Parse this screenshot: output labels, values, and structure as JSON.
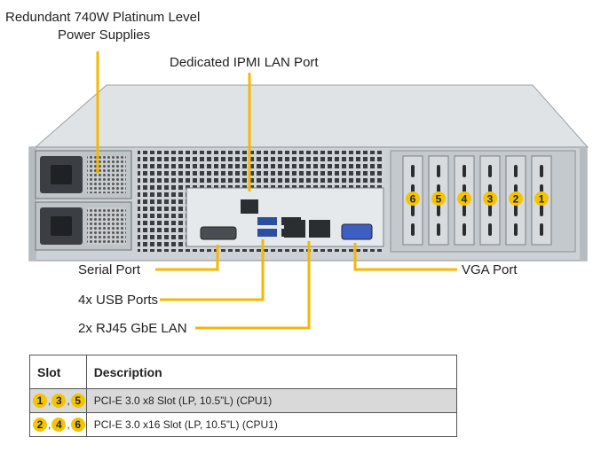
{
  "callouts": {
    "psu_line1": "Redundant  740W Platinum  Level",
    "psu_line2": "Power Supplies",
    "ipmi": "Dedicated IPMI  LAN Port",
    "serial": "Serial Port",
    "usb": "4x USB Ports",
    "rj45": "2x RJ45 GbE LAN",
    "vga": "VGA Port"
  },
  "slot_badges": [
    "6",
    "5",
    "4",
    "3",
    "2",
    "1"
  ],
  "colors": {
    "accent": "#f5c400",
    "chassis": "#cdd2d6",
    "row_shade": "#d9d9d9"
  },
  "table": {
    "headers": {
      "slot": "Slot",
      "description": "Description"
    },
    "rows": [
      {
        "slots": [
          "1",
          "3",
          "5"
        ],
        "description": "PCI-E  3.0 x8 Slot (LP, 10.5”L) (CPU1)"
      },
      {
        "slots": [
          "2",
          "4",
          "6"
        ],
        "description": "PCI-E  3.0 x16 Slot (LP, 10.5”L) (CPU1)"
      }
    ]
  }
}
